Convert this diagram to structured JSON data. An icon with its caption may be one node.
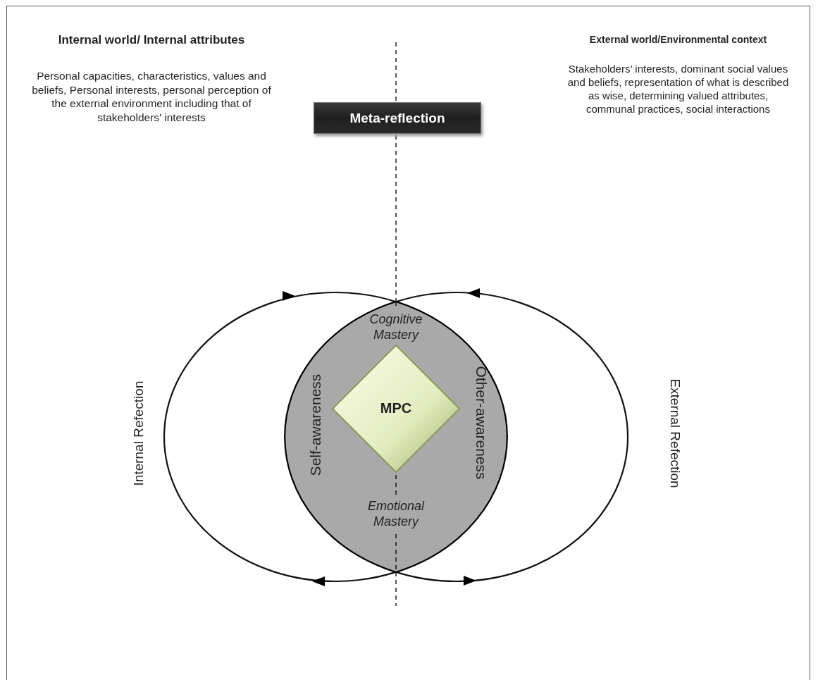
{
  "diagram": {
    "nodes": [
      {
        "text": [
          "Meta-reflection"
        ]
      },
      {
        "text": [],
        "shape": "circle",
        "beside": [
          "Internal Refection"
        ]
      },
      {
        "text": [],
        "shape": "circle",
        "beside": [
          "External Refection"
        ]
      },
      {
        "text": [
          "Cognitive Mastery",
          "Self-awareness",
          "Other-awareness",
          "Emotional Mastery"
        ]
      },
      {
        "text": [
          "MPC"
        ],
        "in": 3
      }
    ],
    "labels": [
      "Internal world/ Internal attributes",
      "Personal capacities, characteristics, values and beliefs, Personal interests, personal perception of the external environment including that of stakeholders’ interests",
      "External world/Environmental context",
      "Stakeholders’ interests, dominant social values and beliefs, representation of what is described as wise, determining valued attributes, communal practices, social interactions"
    ]
  }
}
